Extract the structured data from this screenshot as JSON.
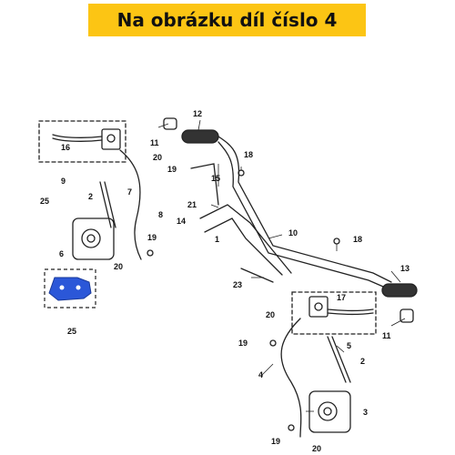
{
  "banner": {
    "text": "Na obrázku díl číslo 4",
    "color": "#fcc514"
  },
  "highlight_color": "#2b57d8",
  "labels": {
    "l1": "1",
    "l2a": "2",
    "l2b": "2",
    "l3": "3",
    "l4": "4",
    "l5": "5",
    "l6": "6",
    "l7": "7",
    "l8": "8",
    "l9": "9",
    "l10": "10",
    "l11a": "11",
    "l11b": "11",
    "l12": "12",
    "l13": "13",
    "l14": "14",
    "l15": "15",
    "l16": "16",
    "l17": "17",
    "l18a": "18",
    "l18b": "18",
    "l19a": "19",
    "l19b": "19",
    "l19c": "19",
    "l19d": "19",
    "l20a": "20",
    "l20b": "20",
    "l20c": "20",
    "l20d": "20",
    "l21": "21",
    "l23": "23",
    "l25a": "25",
    "l25b": "25"
  }
}
